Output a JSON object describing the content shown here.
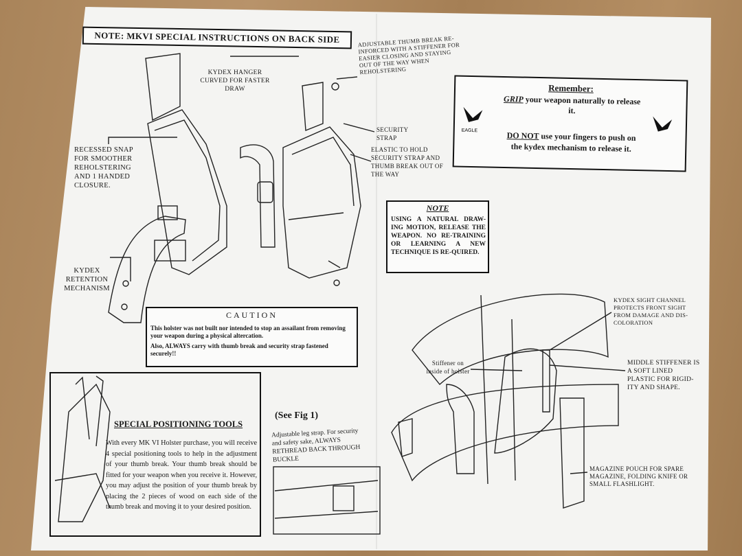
{
  "header_note": "NOTE: MKVI SPECIAL INSTRUCTIONS ON BACK SIDE",
  "labels": {
    "thumb_break": "ADJUSTABLE THUMB BREAK RE-INFORCED WITH A STIFFENER FOR EASIER CLOSING AND STAYING OUT OF THE WAY WHEN REHOLSTERING",
    "kydex_hanger": "KYDEX HANGER CURVED FOR FASTER DRAW",
    "security_strap": "SECURITY STRAP",
    "elastic": "ELASTIC TO HOLD SECURITY STRAP AND THUMB BREAK OUT OF THE WAY",
    "recessed_snap": "RECESSED SNAP FOR SMOOTHER REHOLSTERING AND 1 HANDED CLOSURE.",
    "kydex_retention": "KYDEX RETENTION MECHANISM",
    "sight_channel": "KYDEX SIGHT CHANNEL PROTECTS FRONT SIGHT FROM DAMAGE AND DIS-COLORATION",
    "stiffener_inside": "Stiffener on inside of holster",
    "middle_stiffener": "MIDDLE STIFFENER IS A SOFT LINED PLASTIC FOR RIGID-ITY AND SHAPE.",
    "magazine_pouch": "MAGAZINE POUCH FOR SPARE MAGAZINE, FOLDING KNIFE OR SMALL FLASHLIGHT.",
    "leg_strap": "Adjustable leg strap. For security and safety sake, ALWAYS RETHREAD BACK THROUGH BUCKLE",
    "see_fig": "(See Fig 1)"
  },
  "remember": {
    "title": "Remember:",
    "grip_word": "GRIP",
    "grip_rest": " your weapon naturally to release it.",
    "donot_word": "DO NOT",
    "donot_rest": " use your fingers to push on the kydex mechanism to release it.",
    "logo_text": "EAGLE"
  },
  "note": {
    "title": "NOTE",
    "body": "USING A NATURAL DRAW-ING MOTION, RELEASE THE WEAPON. NO RE-TRAINING OR LEARNING A NEW TECHNIQUE IS RE-QUIRED."
  },
  "caution": {
    "title": "CAUTION",
    "body1": "This holster was not built nor intended to stop an assailant from removing your weapon during a physical altercation.",
    "body2": "Also, ALWAYS carry with thumb break and security strap fastened securely!!"
  },
  "tools": {
    "title": "SPECIAL POSITIONING TOOLS",
    "body": "With every MK VI Holster purchase, you will receive 4 special positioning tools to help in the adjustment of your thumb break. Your thumb break should be fitted for your weapon when you receive it. However, you may adjust the position of your thumb break by placing the 2 pieces of wood on each side of the thumb break and moving it to your desired position."
  }
}
